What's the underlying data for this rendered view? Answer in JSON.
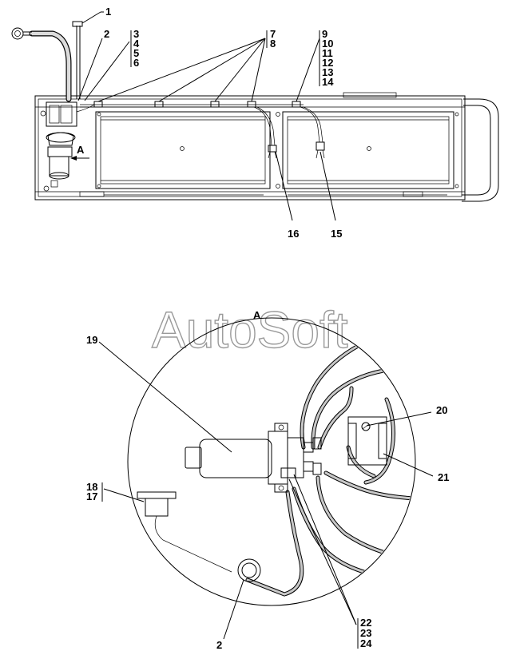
{
  "watermark": "AutoSoft",
  "view_marker": "A",
  "view_marker_arrow": "A",
  "top_callouts": [
    "1",
    "2",
    "3",
    "4",
    "5",
    "6",
    "7",
    "8",
    "9",
    "10",
    "11",
    "12",
    "13",
    "14",
    "15",
    "16"
  ],
  "detail_callouts": [
    "19",
    "20",
    "21",
    "18",
    "17",
    "2",
    "22",
    "23",
    "24"
  ]
}
